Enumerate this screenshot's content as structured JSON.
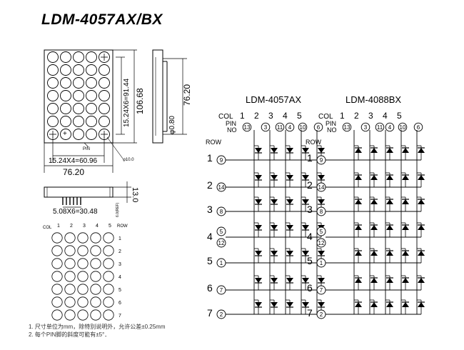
{
  "title": "LDM-4057AX/BX",
  "dimensions": {
    "height_total": "106.68",
    "row_span": "15.24X6=91.44",
    "col_span": "15.24X4=60.96",
    "width_total": "76.20",
    "side_height": "76.20",
    "pin_dia": "φ0.80",
    "dot_dia": "φ10.0",
    "pin_label": "PIN",
    "side_thickness": "13.0",
    "pin_pitch": "5.08X6=30.48",
    "pin_offset": "6.0(REF)"
  },
  "small_matrix": {
    "col_label": "COL",
    "row_label": "ROW",
    "col_numbers": [
      "1",
      "2",
      "3",
      "4",
      "5"
    ],
    "row_numbers": [
      "1",
      "2",
      "3",
      "4",
      "5",
      "6",
      "7"
    ]
  },
  "schematics": [
    {
      "name": "LDM-4057AX",
      "col_label": "COL",
      "pin_label": "PIN",
      "no_label": "NO",
      "row_label": "ROW",
      "col_numbers": [
        "1",
        "2",
        "3",
        "4",
        "5"
      ],
      "col_pins": [
        "13",
        "3",
        "11",
        "4",
        "10",
        "6"
      ],
      "row_numbers": [
        "1",
        "2",
        "3",
        "4",
        "5",
        "6",
        "7"
      ],
      "row_pins": [
        "9",
        "14",
        "8",
        "5",
        "12",
        "1",
        "7",
        "2"
      ]
    },
    {
      "name": "LDM-4088BX",
      "col_label": "COL",
      "pin_label": "PIN",
      "no_label": "NO",
      "row_label": "ROW",
      "col_numbers": [
        "1",
        "2",
        "3",
        "4",
        "5"
      ],
      "col_pins": [
        "13",
        "3",
        "11",
        "4",
        "10",
        "6"
      ],
      "row_numbers": [
        "1",
        "2",
        "3",
        "4",
        "5",
        "6",
        "7"
      ],
      "row_pins": [
        "9",
        "14",
        "8",
        "5",
        "12",
        "1",
        "7",
        "2"
      ]
    }
  ],
  "notes": [
    "1. 尺寸单位为mm，除特别说明外，允许公差±0.25mm",
    "2. 每个PIN脚的斜度可能有±5°．"
  ]
}
